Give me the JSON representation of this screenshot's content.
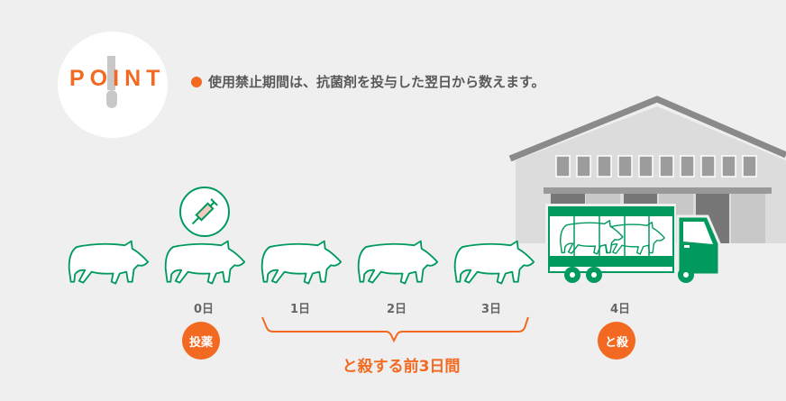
{
  "point": {
    "label": "POINT"
  },
  "note": "使用禁止期間は、抗菌剤を投与した翌日から数えます。",
  "days": [
    "0日",
    "1日",
    "2日",
    "3日",
    "4日"
  ],
  "badges": {
    "dose": "投薬",
    "slaughter": "と殺"
  },
  "period_label": "と殺する前3日間",
  "colors": {
    "orange": "#f26a21",
    "green": "#009a5e",
    "gray": "#666666"
  }
}
